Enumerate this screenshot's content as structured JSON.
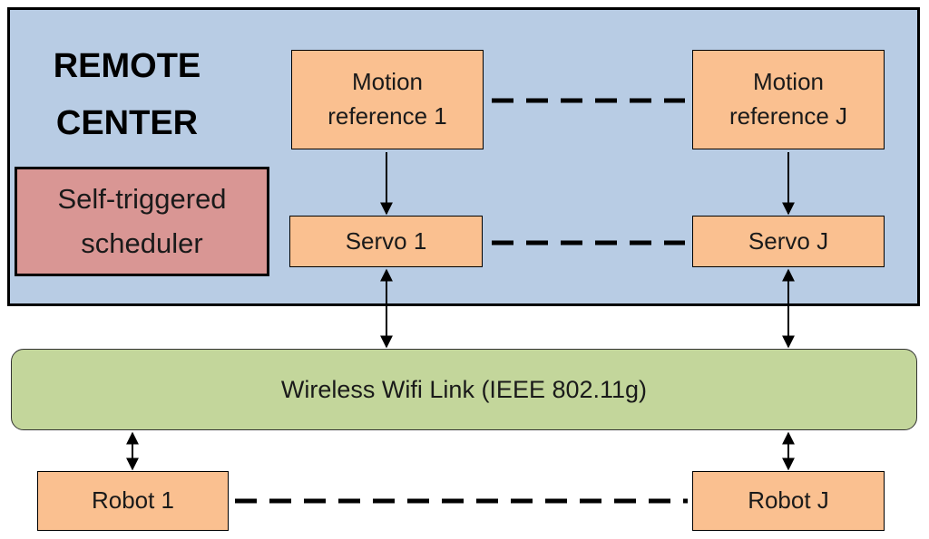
{
  "remote_center": {
    "title_line1": "REMOTE",
    "title_line2": "CENTER"
  },
  "scheduler": {
    "line1": "Self-triggered",
    "line2": "scheduler"
  },
  "motion_reference_1": {
    "line1": "Motion",
    "line2": "reference 1"
  },
  "motion_reference_j": {
    "line1": "Motion",
    "line2": "reference J"
  },
  "servo_1": {
    "label": "Servo 1"
  },
  "servo_j": {
    "label": "Servo J"
  },
  "wifi_link": {
    "label": "Wireless Wifi Link (IEEE 802.11g)"
  },
  "robot_1": {
    "label": "Robot 1"
  },
  "robot_j": {
    "label": "Robot J"
  },
  "colors": {
    "remote_center_fill": "#b8cce4",
    "node_fill": "#fac090",
    "scheduler_fill": "#d99694",
    "link_fill": "#c3d69b",
    "stroke": "#000000"
  }
}
